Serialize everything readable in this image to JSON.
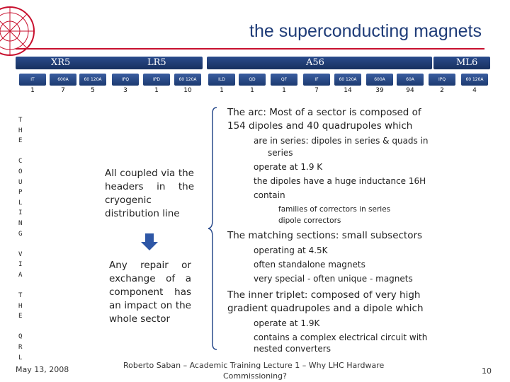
{
  "title": "the superconducting magnets",
  "colors": {
    "accent": "#c8102e",
    "brand": "#1f3c78",
    "bar": "#2a4b8c"
  },
  "sector_bar": {
    "left": {
      "labels": [
        "XR5",
        "LR5"
      ]
    },
    "mid": {
      "labels": [
        "A56"
      ]
    },
    "right": {
      "labels": [
        "ML6"
      ]
    }
  },
  "cells": [
    "IT",
    "600A",
    "60 120A",
    "IPQ",
    "IPD",
    "60 120A",
    "ILD",
    "QD",
    "QF",
    "IF",
    "60 120A",
    "600A",
    "60A",
    "IPQ",
    "60 120A"
  ],
  "counts": [
    "1",
    "7",
    "5",
    "3",
    "1",
    "10",
    "1",
    "1",
    "1",
    "7",
    "14",
    "39",
    "94",
    "2",
    "4"
  ],
  "vertical_label": [
    "T",
    "H",
    "E",
    "",
    "C",
    "O",
    "U",
    "P",
    "L",
    "I",
    "N",
    "G",
    "",
    "V",
    "I",
    "A",
    "",
    "T",
    "H",
    "E",
    "",
    "Q",
    "R",
    "L"
  ],
  "left_note_1": "All coupled via the headers in the cryogenic distribution line",
  "left_note_2": "Any repair or exchange of a component has an impact on the whole sector",
  "right": {
    "arc_1": "The arc: Most of a sector is composed of",
    "arc_2": "154 dipoles and 40 quadrupoles which",
    "arc_3": "are in series: dipoles in series & quads in",
    "arc_4": "series",
    "arc_5": "operate at 1.9 K",
    "arc_6": "the dipoles have a huge inductance 16H",
    "arc_7": "contain",
    "arc_8": "families of correctors in series",
    "arc_9": "dipole correctors",
    "match_1": "The matching sections: small subsectors",
    "match_2": "operating at 4.5K",
    "match_3": "often standalone magnets",
    "match_4": "very special - often unique - magnets",
    "inner_1": "The inner triplet: composed of very high",
    "inner_2": "gradient quadrupoles and a dipole which",
    "inner_3": "operate at 1.9K",
    "inner_4": "contains a complex electrical circuit with",
    "inner_5": "nested converters"
  },
  "footer": {
    "date": "May 13, 2008",
    "credit_1": "Roberto Saban – Academic Training Lecture 1 – Why LHC Hardware",
    "credit_2": "Commissioning?",
    "page": "10"
  }
}
